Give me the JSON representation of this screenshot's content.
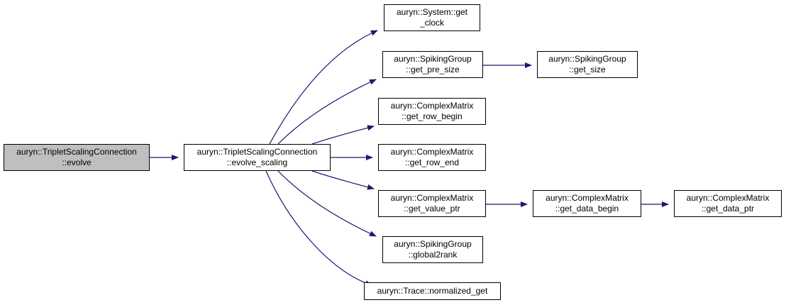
{
  "colors": {
    "edge": "#191970",
    "root_fill": "#bfbfbf",
    "node_fill": "#ffffff",
    "border": "#000000"
  },
  "nodes": {
    "evolve": {
      "line1": "auryn::TripletScalingConnection",
      "line2": "::evolve"
    },
    "evolve_scaling": {
      "line1": "auryn::TripletScalingConnection",
      "line2": "::evolve_scaling"
    },
    "get_clock": {
      "line1": "auryn::System::get",
      "line2": "_clock"
    },
    "get_pre_size": {
      "line1": "auryn::SpikingGroup",
      "line2": "::get_pre_size"
    },
    "get_size": {
      "line1": "auryn::SpikingGroup",
      "line2": "::get_size"
    },
    "get_row_begin": {
      "line1": "auryn::ComplexMatrix",
      "line2": "::get_row_begin"
    },
    "get_row_end": {
      "line1": "auryn::ComplexMatrix",
      "line2": "::get_row_end"
    },
    "get_value_ptr": {
      "line1": "auryn::ComplexMatrix",
      "line2": "::get_value_ptr"
    },
    "get_data_begin": {
      "line1": "auryn::ComplexMatrix",
      "line2": "::get_data_begin"
    },
    "get_data_ptr": {
      "line1": "auryn::ComplexMatrix",
      "line2": "::get_data_ptr"
    },
    "global2rank": {
      "line1": "auryn::SpikingGroup",
      "line2": "::global2rank"
    },
    "normalized_get": {
      "line1": "auryn::Trace::normalized_get"
    }
  },
  "edges": [
    [
      "evolve",
      "evolve_scaling"
    ],
    [
      "evolve_scaling",
      "get_clock"
    ],
    [
      "evolve_scaling",
      "get_pre_size"
    ],
    [
      "evolve_scaling",
      "get_row_begin"
    ],
    [
      "evolve_scaling",
      "get_row_end"
    ],
    [
      "evolve_scaling",
      "get_value_ptr"
    ],
    [
      "evolve_scaling",
      "global2rank"
    ],
    [
      "evolve_scaling",
      "normalized_get"
    ],
    [
      "get_pre_size",
      "get_size"
    ],
    [
      "get_value_ptr",
      "get_data_begin"
    ],
    [
      "get_data_begin",
      "get_data_ptr"
    ]
  ]
}
